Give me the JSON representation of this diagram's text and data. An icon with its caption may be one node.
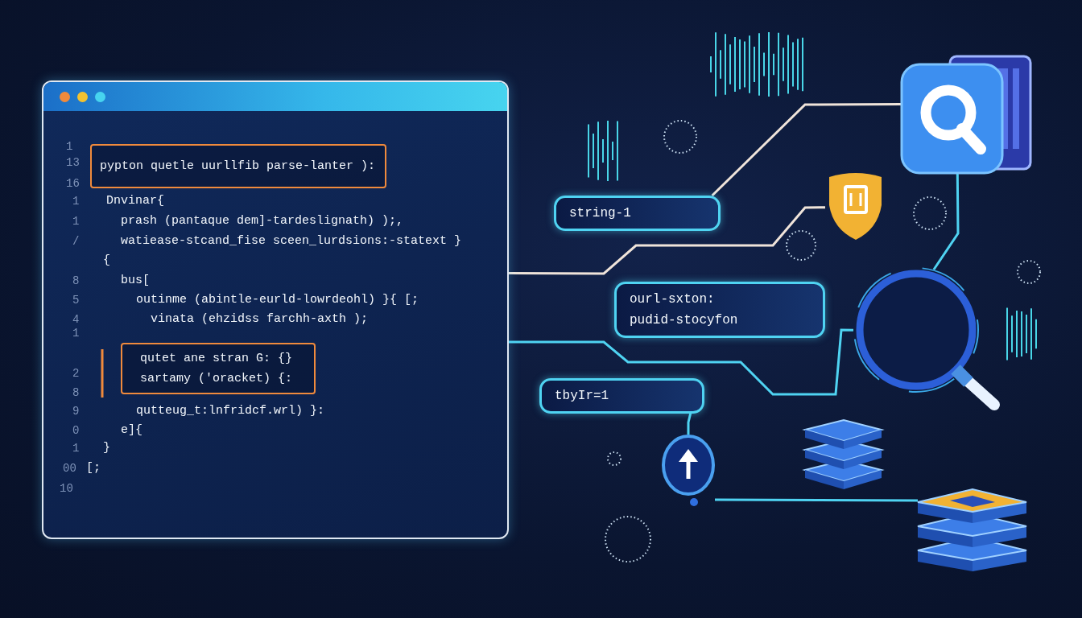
{
  "diagram": {
    "nodes": [
      {
        "text": [],
        "shape": "box"
      },
      {
        "text": [
          "pypton quetle uurllfib parse-lanter ):"
        ],
        "in": 0
      },
      {
        "text": [
          "qutet ane stran G: {}",
          "sartamy ('oracket) {:"
        ],
        "in": 0
      },
      {
        "text": [
          "string-1"
        ]
      },
      {
        "text": [
          "ourl-sxton: pudid-stocyfon"
        ]
      },
      {
        "text": [
          "tbyIr=1"
        ]
      },
      {
        "text": [],
        "shape": "picture"
      },
      {
        "text": [],
        "shape": "picture"
      },
      {
        "text": [],
        "shape": "picture"
      },
      {
        "text": [],
        "shape": "picture"
      },
      {
        "text": [],
        "shape": "picture"
      },
      {
        "text": [],
        "shape": "picture"
      }
    ],
    "edges": [
      {
        "from": 0,
        "to": 7,
        "arrow": "none",
        "color": "#f0e4da"
      },
      {
        "from": 3,
        "to": 6,
        "arrow": "none",
        "color": "#f0e4da"
      },
      {
        "from": 0,
        "to": 8,
        "arrow": "none"
      },
      {
        "from": 6,
        "to": 8,
        "arrow": "none"
      },
      {
        "from": 5,
        "to": 10,
        "arrow": "none"
      },
      {
        "from": 10,
        "to": 11,
        "arrow": "none"
      }
    ],
    "labels": [
      "1",
      "13",
      "16",
      "1",
      "Dnvinar{",
      "1",
      "prash (pantaque dem]-tardeslignath) );,",
      "/",
      "watiease-stcand_fise sceen_lurdsions:-statext }",
      "{",
      "8",
      "bus[",
      "5",
      "outinme (abintle-eurld-lowrdeohl) }{ [;",
      "4",
      "vinata (ehzidss farchh-axth );",
      "1",
      "2",
      "8",
      "9",
      "qutteug_t:lnfridcf.wrl) }:",
      "0",
      "e]{",
      "1",
      "}",
      "00",
      "[;",
      "10"
    ]
  }
}
